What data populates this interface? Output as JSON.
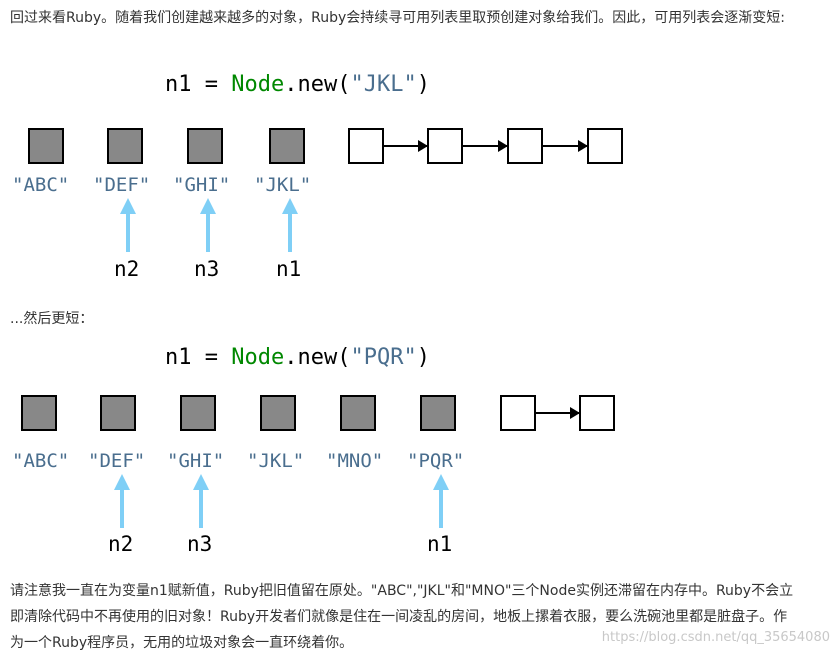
{
  "intro_text": "回过来看Ruby。随着我们创建越来越多的对象，Ruby会持续寻可用列表里取预创建对象给我们。因此，可用列表会逐渐变短:",
  "diagram1": {
    "code": {
      "var": "n1",
      "eq": "=",
      "cls": "Node",
      "method": ".new(",
      "arg": "\"JKL\"",
      "close": ")"
    },
    "labels": [
      "\"ABC\"",
      "\"DEF\"",
      "\"GHI\"",
      "\"JKL\""
    ],
    "vars": [
      "n2",
      "n3",
      "n1"
    ]
  },
  "then_text": "...然后更短：",
  "diagram2": {
    "code": {
      "var": "n1",
      "eq": "=",
      "cls": "Node",
      "method": ".new(",
      "arg": "\"PQR\"",
      "close": ")"
    },
    "labels": [
      "\"ABC\"",
      "\"DEF\"",
      "\"GHI\"",
      "\"JKL\"",
      "\"MNO\"",
      "\"PQR\""
    ],
    "vars": [
      "n2",
      "n3",
      "n1"
    ]
  },
  "outro_text": "请注意我一直在为变量n1赋新值，Ruby把旧值留在原处。\"ABC\",\"JKL\"和\"MNO\"三个Node实例还滞留在内存中。Ruby不会立即清除代码中不再使用的旧对象！Ruby开发者们就像是住在一间凌乱的房间，地板上摞着衣服，要么洗碗池里都是脏盘子。作为一个Ruby程序员，无用的垃圾对象会一直环绕着你。",
  "watermark": "https://blog.csdn.net/qq_35654080",
  "colors": {
    "used_box": "#888888",
    "free_box": "#ffffff",
    "arrow": "#7fcff6",
    "string": "#4a6e8e",
    "class": "#008800"
  }
}
